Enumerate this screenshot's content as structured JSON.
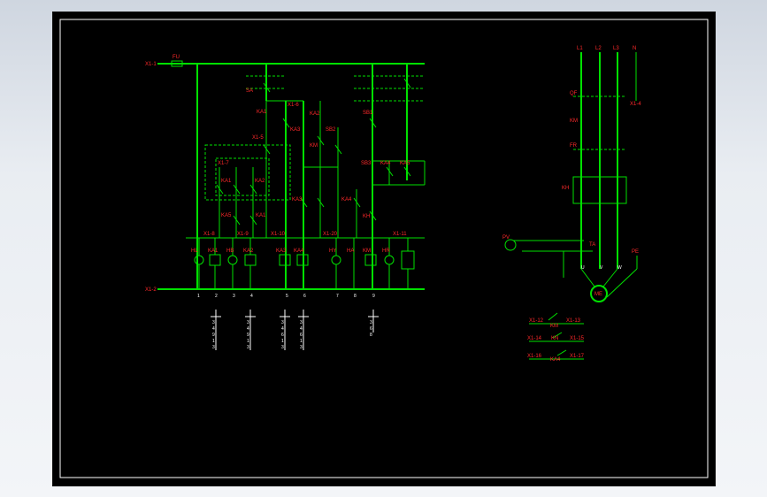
{
  "labels": {
    "fu": "FU",
    "sa": "SA",
    "x1_1": "X1-1",
    "x1_2": "X1-2",
    "x1_6": "X1-6",
    "x1_5": "X1-5",
    "x1_7": "X1-7",
    "x1_8": "X1-8",
    "x1_9": "X1-9",
    "x1_10": "X1-10",
    "x1_20": "X1-20",
    "x1_11": "X1-11",
    "x1_4": "X1-4",
    "ka1": "KA1",
    "ka2": "KA2",
    "ka3": "KA3",
    "ka4": "KA4",
    "ka5": "KA5",
    "km": "KM",
    "sb1": "SB1",
    "sb2": "SB2",
    "sb3": "SB3",
    "hl": "HL",
    "hr": "HR",
    "hy": "HY",
    "ha": "HA",
    "hb": "HB",
    "l1": "L1",
    "l2": "L2",
    "l3": "L3",
    "n": "N",
    "qf": "QF",
    "kh": "KH",
    "fr": "FR",
    "ta": "TA",
    "pv": "PV",
    "me": "ME",
    "pe": "PE",
    "u": "U",
    "v": "V",
    "w": "W",
    "x1_12": "X1-12",
    "x1_13": "X1-13",
    "x1_14": "X1-14",
    "x1_15": "X1-15",
    "x1_16": "X1-16",
    "x1_17": "X1-17",
    "kn": "KN"
  },
  "wire_numbers": [
    "1",
    "2",
    "3",
    "4",
    "5",
    "6",
    "7",
    "8",
    "9"
  ],
  "contact_tables": [
    [
      "3",
      "4",
      "9",
      "1",
      "3"
    ],
    [
      "3",
      "4",
      "9",
      "1",
      "3"
    ],
    [
      "3",
      "4",
      "6",
      "1",
      "3"
    ],
    [
      "3",
      "4",
      "6",
      "1",
      "3"
    ],
    [
      "3",
      "6",
      "8"
    ]
  ],
  "colors": {
    "background": "#000000",
    "wire": "#00e000",
    "label": "#ff2a2a",
    "frame": "#ffffff"
  }
}
